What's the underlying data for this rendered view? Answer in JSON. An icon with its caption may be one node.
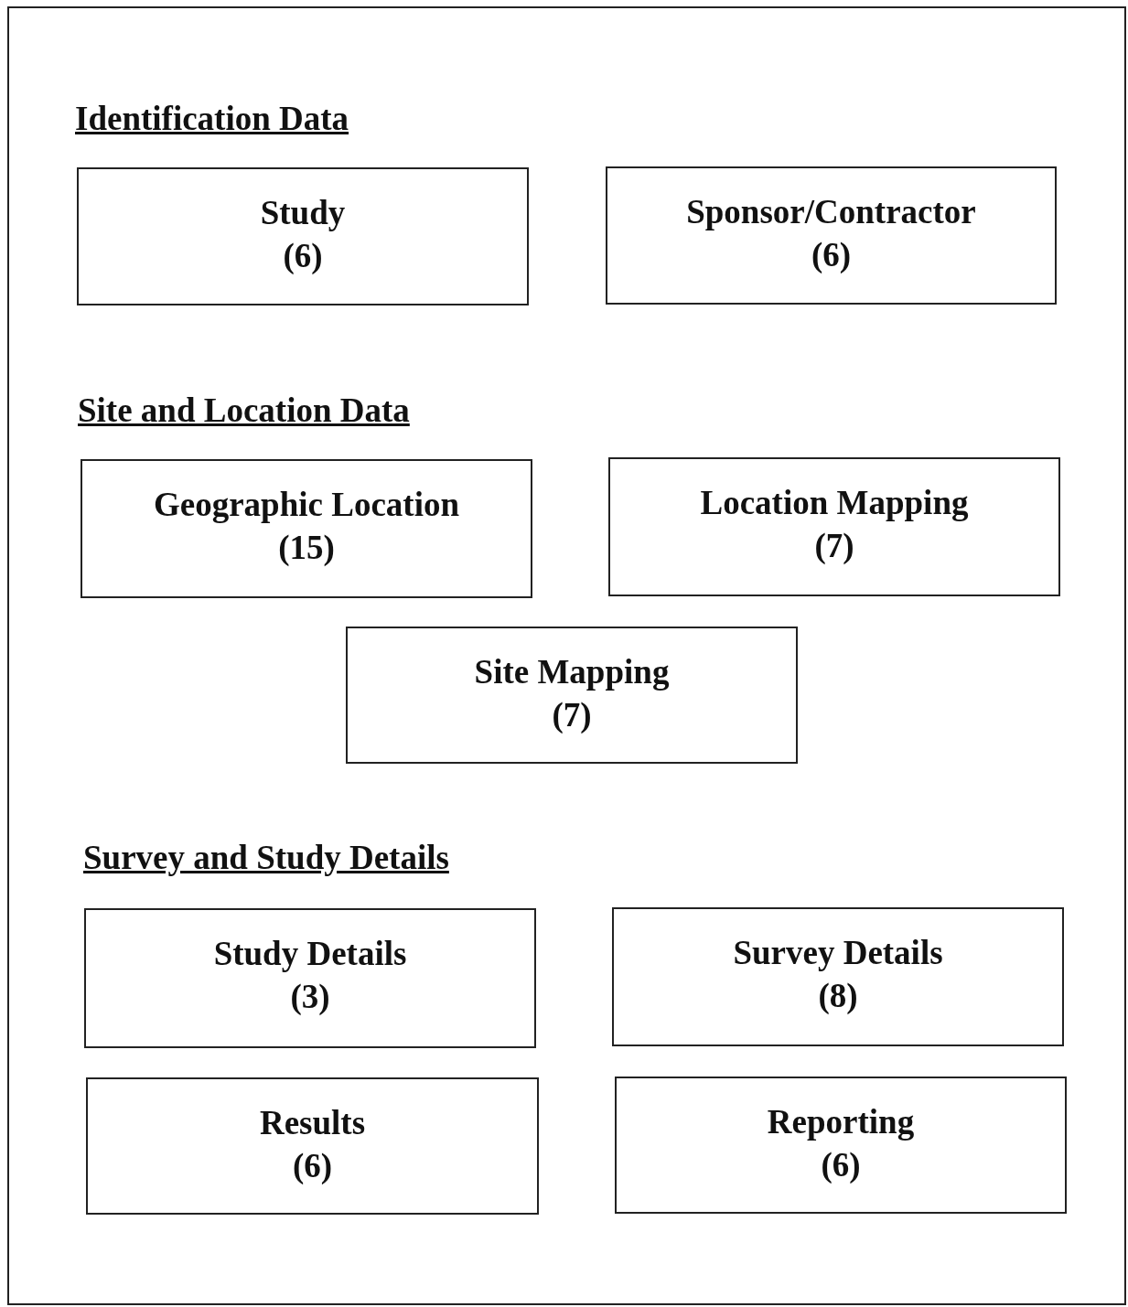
{
  "diagram": {
    "nodes": [
      {
        "text": [
          "Study",
          "(6)"
        ]
      },
      {
        "text": [
          "Sponsor/Contractor",
          "(6)"
        ]
      },
      {
        "text": [
          "Geographic Location",
          "(15)"
        ]
      },
      {
        "text": [
          "Location Mapping",
          "(7)"
        ]
      },
      {
        "text": [
          "Site Mapping",
          "(7)"
        ]
      },
      {
        "text": [
          "Study Details",
          "(3)"
        ]
      },
      {
        "text": [
          "Survey Details",
          "(8)"
        ]
      },
      {
        "text": [
          "Results",
          "(6)"
        ]
      },
      {
        "text": [
          "Reporting",
          "(6)"
        ]
      }
    ],
    "edges": [],
    "labels": [
      "Identification Data",
      "Site and Location Data",
      "Survey and Study Details"
    ]
  }
}
